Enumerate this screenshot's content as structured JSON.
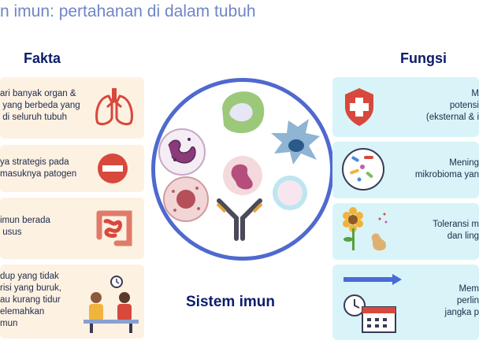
{
  "title": "n imun: pertahanan di dalam tubuh",
  "left_heading": "Fakta",
  "right_heading": "Fungsi",
  "center_label": "Sistem imun",
  "fakta": [
    {
      "text": "ari banyak organ &\n yang berbeda yang\n di seluruh tubuh",
      "icon": "lungs-icon"
    },
    {
      "text": "ya strategis pada\nmasuknya patogen",
      "icon": "no-entry-icon"
    },
    {
      "text": "imun berada\n usus",
      "icon": "intestine-icon"
    },
    {
      "text": "dup yang tidak\nrisi yang buruk,\nau kurang tidur\nelemahkan\nmun",
      "icon": "people-eating-icon"
    }
  ],
  "fungsi": [
    {
      "text": "M\npotensi\n(eksternal & i",
      "icon": "shield-cross-icon"
    },
    {
      "text": "Mening\nmikrobioma yan",
      "icon": "petri-dish-icon"
    },
    {
      "text": "Toleransi m\ndan ling",
      "icon": "flower-peanut-icon"
    },
    {
      "text": "Mem\nperlin\njangka p",
      "icon": "clock-calendar-icon"
    }
  ],
  "colors": {
    "title": "#6e86c4",
    "heading": "#0b1d6a",
    "circle": "#4f69cf",
    "left_card": "#fdf1e2",
    "right_card": "#d8f4f8"
  }
}
